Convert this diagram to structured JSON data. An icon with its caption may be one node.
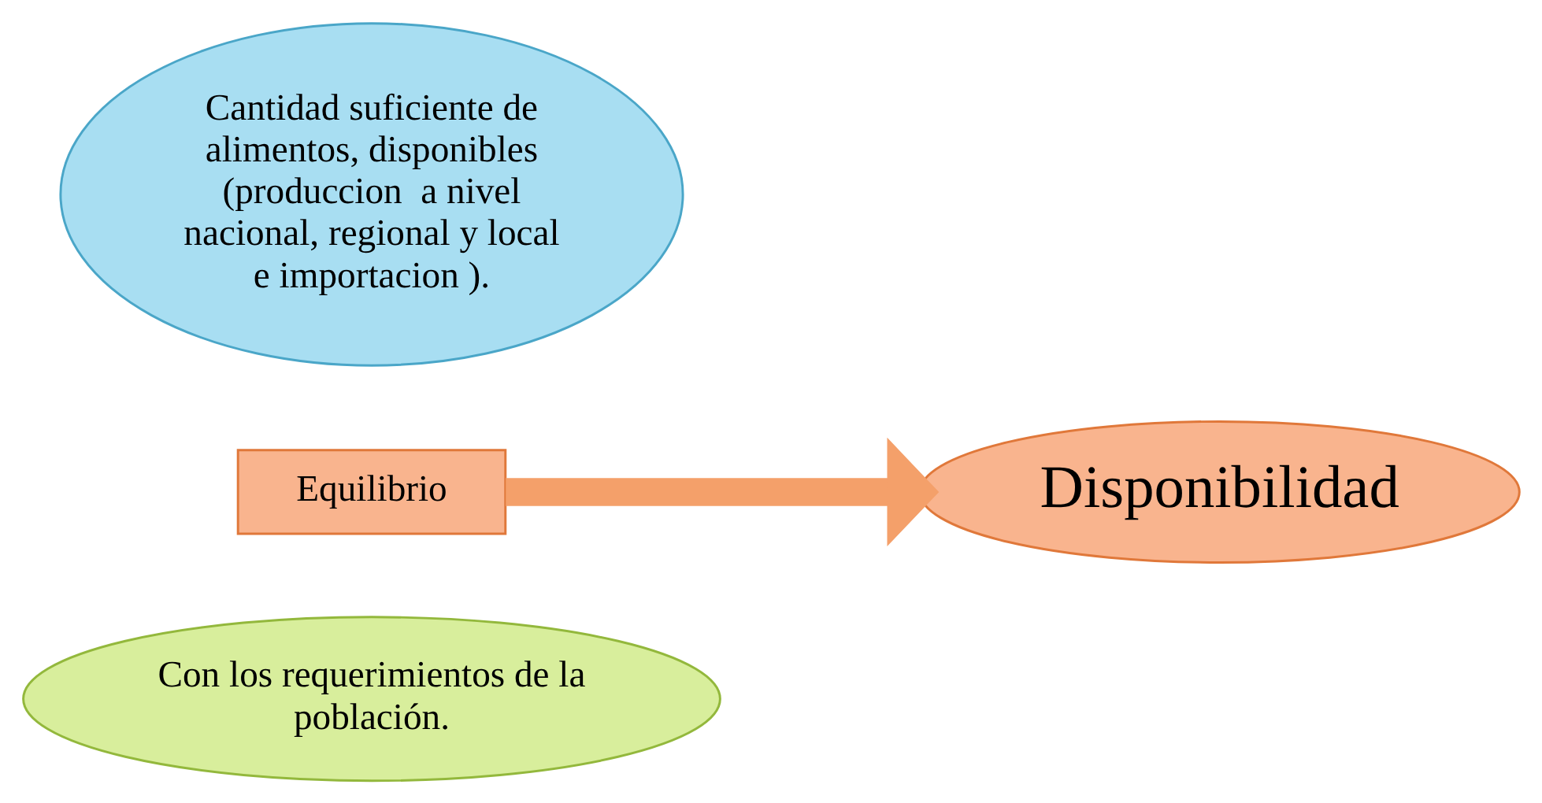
{
  "diagram": {
    "nodes": [
      {
        "text": [
          "Cantidad suficiente de alimentos, disponibles (produccion  a nivel nacional, regional y local e importacion )."
        ]
      },
      {
        "text": [
          "Equilibrio"
        ]
      },
      {
        "text": [
          "Con los requerimientos de la población."
        ]
      },
      {
        "text": [
          "Disponibilidad"
        ]
      }
    ],
    "edges": [
      {
        "from": 1,
        "to": 3,
        "arrow": "to"
      }
    ]
  }
}
